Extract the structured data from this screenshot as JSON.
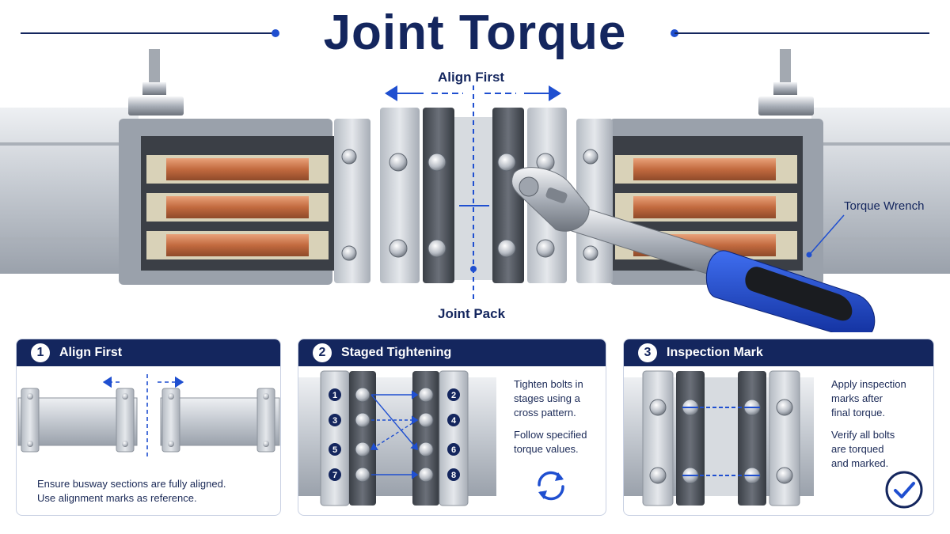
{
  "page": {
    "title": "Joint Torque",
    "accent_color": "#1f4fd0",
    "navy_color": "#14265e"
  },
  "callouts": {
    "align_first": "Align First",
    "joint_pack": "Joint Pack",
    "torque_wrench": "Torque Wrench"
  },
  "panels": [
    {
      "number": "1",
      "title": "Align First",
      "text_lines": [
        "Ensure busway sections are fully aligned.",
        "Use alignment marks as reference."
      ]
    },
    {
      "number": "2",
      "title": "Staged Tightening",
      "bolt_numbers": [
        "1",
        "2",
        "3",
        "4",
        "5",
        "6",
        "7",
        "8"
      ],
      "text_lines": [
        "Tighten bolts in",
        "stages using a",
        "cross pattern."
      ],
      "text_lines_2": [
        "Follow specified",
        "torque values."
      ],
      "icon": "refresh-cycle-icon"
    },
    {
      "number": "3",
      "title": "Inspection Mark",
      "text_lines": [
        "Apply inspection",
        "marks after",
        "final torque."
      ],
      "text_lines_2": [
        "Verify all bolts",
        "are torqued",
        "and marked."
      ],
      "icon": "check-circle-icon"
    }
  ]
}
